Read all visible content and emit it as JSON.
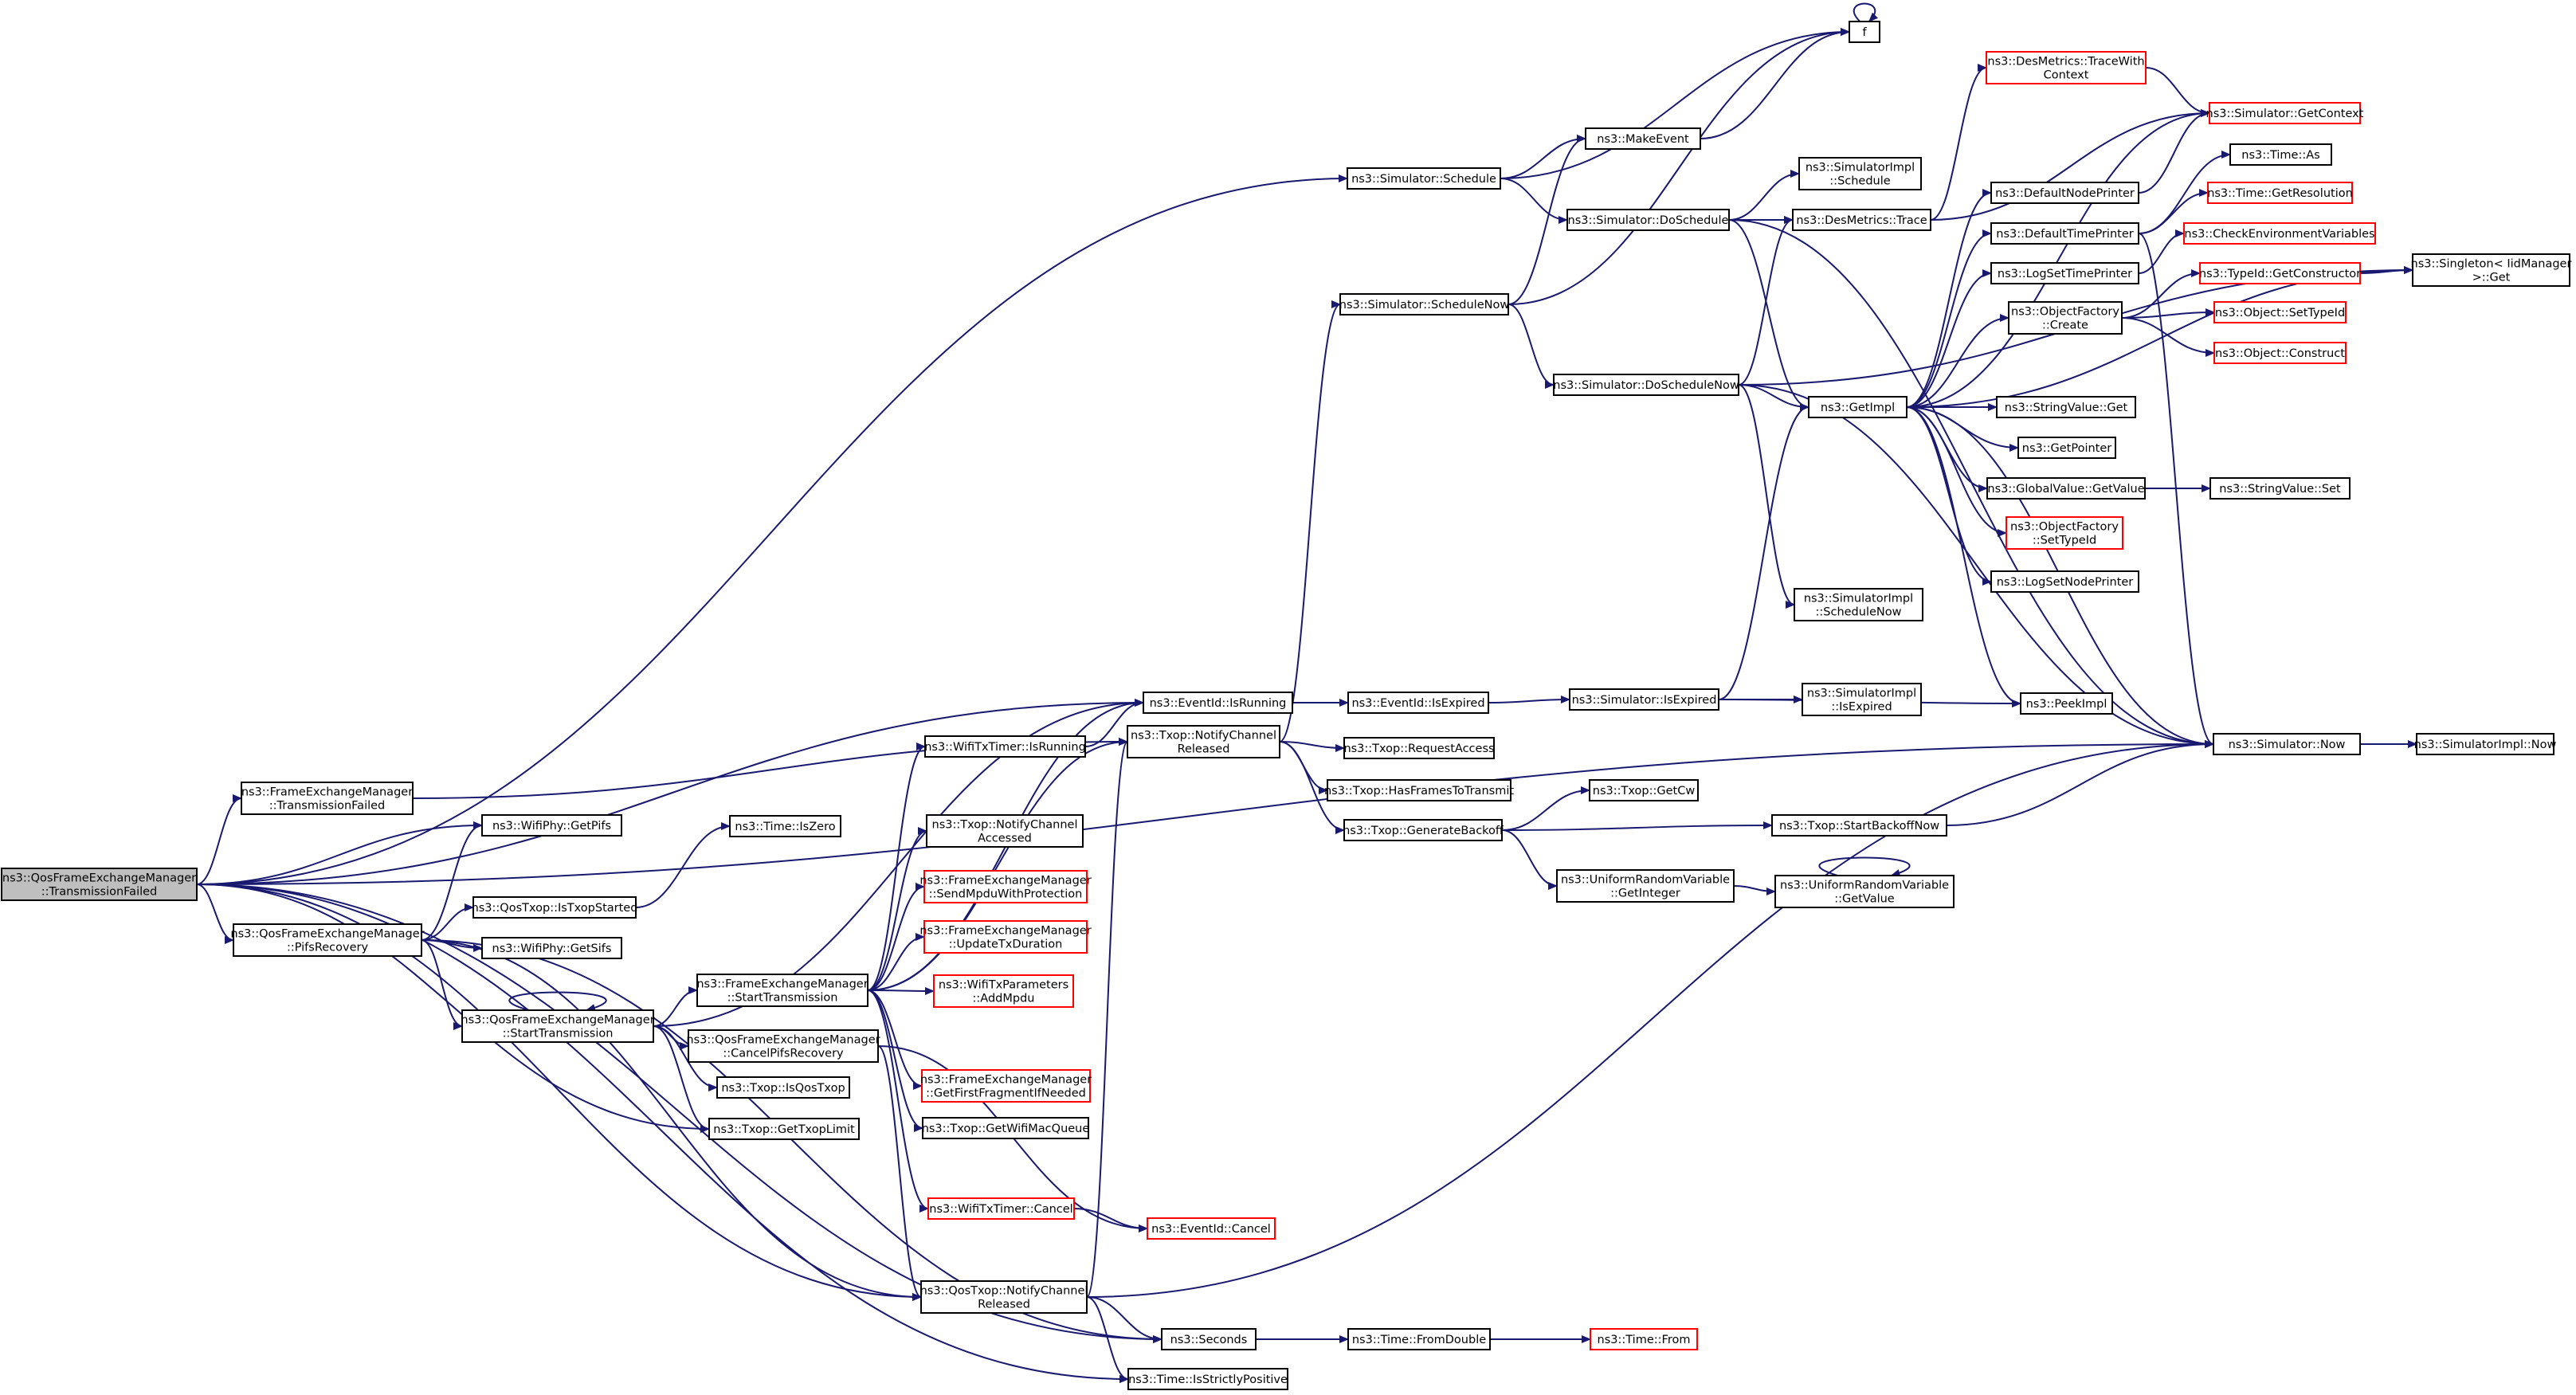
{
  "colors": {
    "edge": "#191970",
    "node_border_documented": "#000000",
    "node_border_undocumented": "#ff0000",
    "node_fill_root": "#bfbfbf",
    "node_fill": "#ffffff"
  },
  "nodes": [
    {
      "id": "root",
      "lines": [
        "ns3::QosFrameExchangeManager",
        "::TransmissionFailed"
      ],
      "style": "root"
    },
    {
      "id": "fem_tf",
      "lines": [
        "ns3::FrameExchangeManager",
        "::TransmissionFailed"
      ],
      "style": "black"
    },
    {
      "id": "qfem_pifs",
      "lines": [
        "ns3::QosFrameExchangeManager",
        "::PifsRecovery"
      ],
      "style": "black"
    },
    {
      "id": "qfem_st",
      "lines": [
        "ns3::QosFrameExchangeManager",
        "::StartTransmission"
      ],
      "style": "black"
    },
    {
      "id": "wifiphy_getpifs",
      "lines": [
        "ns3::WifiPhy::GetPifs"
      ],
      "style": "black"
    },
    {
      "id": "wifiphy_getsifs",
      "lines": [
        "ns3::WifiPhy::GetSifs"
      ],
      "style": "black"
    },
    {
      "id": "qostxop_istxopstarted",
      "lines": [
        "ns3::QosTxop::IsTxopStarted"
      ],
      "style": "black"
    },
    {
      "id": "time_iszero",
      "lines": [
        "ns3::Time::IsZero"
      ],
      "style": "black"
    },
    {
      "id": "eventid_isrunning",
      "lines": [
        "ns3::EventId::IsRunning"
      ],
      "style": "black"
    },
    {
      "id": "eventid_isexpired",
      "lines": [
        "ns3::EventId::IsExpired"
      ],
      "style": "black"
    },
    {
      "id": "sim_isexpired",
      "lines": [
        "ns3::Simulator::IsExpired"
      ],
      "style": "black"
    },
    {
      "id": "simimpl_isexpired",
      "lines": [
        "ns3::SimulatorImpl",
        "::IsExpired"
      ],
      "style": "black"
    },
    {
      "id": "peekimpl",
      "lines": [
        "ns3::PeekImpl"
      ],
      "style": "black"
    },
    {
      "id": "sim_now",
      "lines": [
        "ns3::Simulator::Now"
      ],
      "style": "black"
    },
    {
      "id": "simimpl_now",
      "lines": [
        "ns3::SimulatorImpl::Now"
      ],
      "style": "black"
    },
    {
      "id": "wifitxtimer_isrunning",
      "lines": [
        "ns3::WifiTxTimer::IsRunning"
      ],
      "style": "black"
    },
    {
      "id": "txop_ncr",
      "lines": [
        "ns3::Txop::NotifyChannel",
        "Released"
      ],
      "style": "black"
    },
    {
      "id": "txop_requestaccess",
      "lines": [
        "ns3::Txop::RequestAccess"
      ],
      "style": "black"
    },
    {
      "id": "txop_hasframes",
      "lines": [
        "ns3::Txop::HasFramesToTransmit"
      ],
      "style": "black"
    },
    {
      "id": "txop_genbackoff",
      "lines": [
        "ns3::Txop::GenerateBackoff"
      ],
      "style": "black"
    },
    {
      "id": "txop_getcw",
      "lines": [
        "ns3::Txop::GetCw"
      ],
      "style": "black"
    },
    {
      "id": "txop_startbackoff",
      "lines": [
        "ns3::Txop::StartBackoffNow"
      ],
      "style": "black"
    },
    {
      "id": "urv_getint",
      "lines": [
        "ns3::UniformRandomVariable",
        "::GetInteger"
      ],
      "style": "black"
    },
    {
      "id": "urv_getval",
      "lines": [
        "ns3::UniformRandomVariable",
        "::GetValue"
      ],
      "style": "black"
    },
    {
      "id": "txop_nca",
      "lines": [
        "ns3::Txop::NotifyChannel",
        "Accessed"
      ],
      "style": "black"
    },
    {
      "id": "fem_sendmpdu",
      "lines": [
        "ns3::FrameExchangeManager",
        "::SendMpduWithProtection"
      ],
      "style": "red"
    },
    {
      "id": "fem_updatetx",
      "lines": [
        "ns3::FrameExchangeManager",
        "::UpdateTxDuration"
      ],
      "style": "red"
    },
    {
      "id": "wtp_addmpdu",
      "lines": [
        "ns3::WifiTxParameters",
        "::AddMpdu"
      ],
      "style": "red"
    },
    {
      "id": "fem_st",
      "lines": [
        "ns3::FrameExchangeManager",
        "::StartTransmission"
      ],
      "style": "black"
    },
    {
      "id": "qfem_cancelpifs",
      "lines": [
        "ns3::QosFrameExchangeManager",
        "::CancelPifsRecovery"
      ],
      "style": "black"
    },
    {
      "id": "fem_getfirstfrag",
      "lines": [
        "ns3::FrameExchangeManager",
        "::GetFirstFragmentIfNeeded"
      ],
      "style": "red"
    },
    {
      "id": "txop_getwifimacqueue",
      "lines": [
        "ns3::Txop::GetWifiMacQueue"
      ],
      "style": "black"
    },
    {
      "id": "txop_isqostxop",
      "lines": [
        "ns3::Txop::IsQosTxop"
      ],
      "style": "black"
    },
    {
      "id": "txop_gettxoplimit",
      "lines": [
        "ns3::Txop::GetTxopLimit"
      ],
      "style": "black"
    },
    {
      "id": "wifitxtimer_cancel",
      "lines": [
        "ns3::WifiTxTimer::Cancel"
      ],
      "style": "red"
    },
    {
      "id": "eventid_cancel",
      "lines": [
        "ns3::EventId::Cancel"
      ],
      "style": "red"
    },
    {
      "id": "qostxop_ncr",
      "lines": [
        "ns3::QosTxop::NotifyChannel",
        "Released"
      ],
      "style": "black"
    },
    {
      "id": "seconds",
      "lines": [
        "ns3::Seconds"
      ],
      "style": "black"
    },
    {
      "id": "time_fromdouble",
      "lines": [
        "ns3::Time::FromDouble"
      ],
      "style": "black"
    },
    {
      "id": "time_from",
      "lines": [
        "ns3::Time::From"
      ],
      "style": "red"
    },
    {
      "id": "time_isstrictlypositive",
      "lines": [
        "ns3::Time::IsStrictlyPositive"
      ],
      "style": "black"
    },
    {
      "id": "sim_schedule",
      "lines": [
        "ns3::Simulator::Schedule"
      ],
      "style": "black"
    },
    {
      "id": "f",
      "lines": [
        "f"
      ],
      "style": "black"
    },
    {
      "id": "makeevent",
      "lines": [
        "ns3::MakeEvent"
      ],
      "style": "black"
    },
    {
      "id": "sim_doschedule",
      "lines": [
        "ns3::Simulator::DoSchedule"
      ],
      "style": "black"
    },
    {
      "id": "simimpl_schedule",
      "lines": [
        "ns3::SimulatorImpl",
        "::Schedule"
      ],
      "style": "black"
    },
    {
      "id": "desmetrics_trace",
      "lines": [
        "ns3::DesMetrics::Trace"
      ],
      "style": "black"
    },
    {
      "id": "desmetrics_twc",
      "lines": [
        "ns3::DesMetrics::TraceWith",
        "Context"
      ],
      "style": "red"
    },
    {
      "id": "sim_getcontext",
      "lines": [
        "ns3::Simulator::GetContext"
      ],
      "style": "red"
    },
    {
      "id": "sim_schedulenow",
      "lines": [
        "ns3::Simulator::ScheduleNow"
      ],
      "style": "black"
    },
    {
      "id": "sim_doschedulenow",
      "lines": [
        "ns3::Simulator::DoScheduleNow"
      ],
      "style": "black"
    },
    {
      "id": "getimpl",
      "lines": [
        "ns3::GetImpl"
      ],
      "style": "black"
    },
    {
      "id": "simimpl_schedulenow",
      "lines": [
        "ns3::SimulatorImpl",
        "::ScheduleNow"
      ],
      "style": "black"
    },
    {
      "id": "defaultnodeprinter",
      "lines": [
        "ns3::DefaultNodePrinter"
      ],
      "style": "black"
    },
    {
      "id": "defaulttimeprinter",
      "lines": [
        "ns3::DefaultTimePrinter"
      ],
      "style": "black"
    },
    {
      "id": "logsettimeprinter",
      "lines": [
        "ns3::LogSetTimePrinter"
      ],
      "style": "black"
    },
    {
      "id": "objectfactory_create",
      "lines": [
        "ns3::ObjectFactory",
        "::Create"
      ],
      "style": "black"
    },
    {
      "id": "stringvalue_get",
      "lines": [
        "ns3::StringValue::Get"
      ],
      "style": "black"
    },
    {
      "id": "getpointer",
      "lines": [
        "ns3::GetPointer"
      ],
      "style": "black"
    },
    {
      "id": "globalvalue_getvalue",
      "lines": [
        "ns3::GlobalValue::GetValue"
      ],
      "style": "black"
    },
    {
      "id": "stringvalue_set",
      "lines": [
        "ns3::StringValue::Set"
      ],
      "style": "black"
    },
    {
      "id": "objectfactory_settypeid",
      "lines": [
        "ns3::ObjectFactory",
        "::SetTypeId"
      ],
      "style": "red"
    },
    {
      "id": "logsetnodeprinter",
      "lines": [
        "ns3::LogSetNodePrinter"
      ],
      "style": "black"
    },
    {
      "id": "time_as",
      "lines": [
        "ns3::Time::As"
      ],
      "style": "black"
    },
    {
      "id": "time_getres",
      "lines": [
        "ns3::Time::GetResolution"
      ],
      "style": "red"
    },
    {
      "id": "checkenv",
      "lines": [
        "ns3::CheckEnvironmentVariables"
      ],
      "style": "red"
    },
    {
      "id": "typeid_getctor",
      "lines": [
        "ns3::TypeId::GetConstructor"
      ],
      "style": "red"
    },
    {
      "id": "object_settypeid",
      "lines": [
        "ns3::Object::SetTypeId"
      ],
      "style": "red"
    },
    {
      "id": "object_construct",
      "lines": [
        "ns3::Object::Construct"
      ],
      "style": "red"
    },
    {
      "id": "singleton_get",
      "lines": [
        "ns3::Singleton< IidManager",
        " >::Get"
      ],
      "style": "black"
    }
  ]
}
